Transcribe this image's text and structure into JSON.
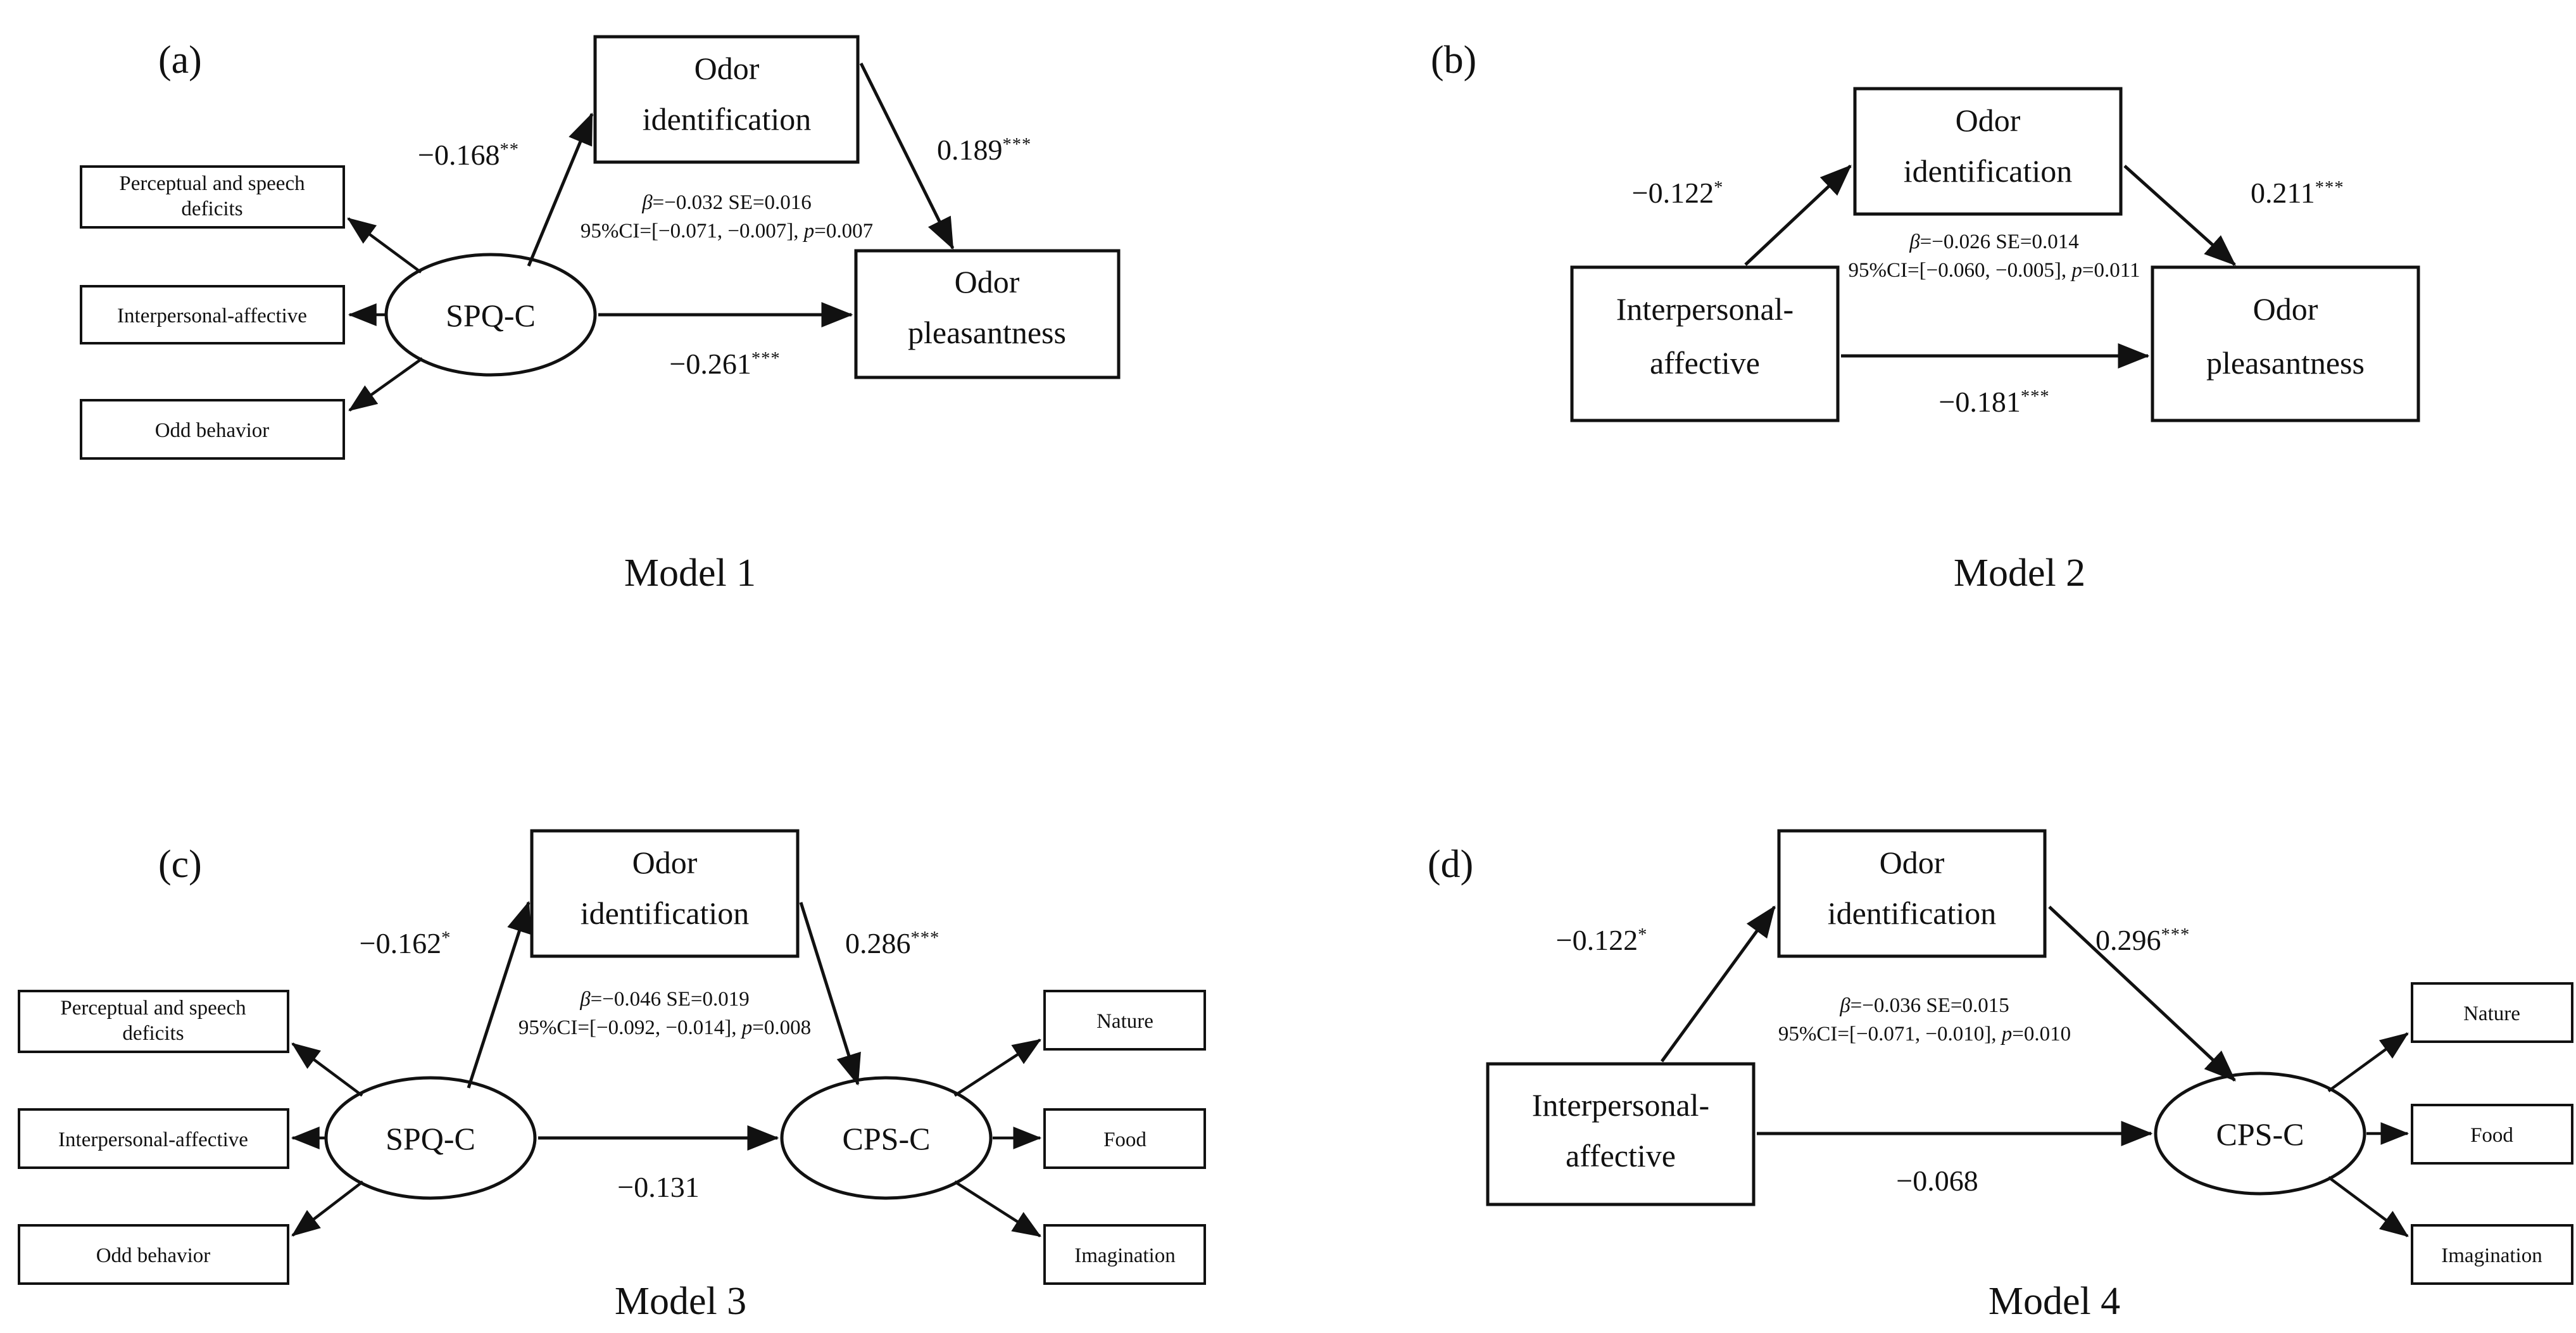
{
  "figure": {
    "type": "path-mediation-diagrams",
    "panel_count": 4
  },
  "common": {
    "odor_identification": "Odor\nidentification",
    "odor_id_l1": "Odor",
    "odor_id_l2": "identification",
    "odor_pleasantness_l1": "Odor",
    "odor_pleasantness_l2": "pleasantness",
    "interpersonal_l1": "Interpersonal-",
    "interpersonal_l2": "affective",
    "spq": "SPQ-C",
    "cps": "CPS-C",
    "indicators_left": [
      "Perceptual and speech deficits",
      "Interpersonal-affective",
      "Odd behavior"
    ],
    "indicator_perceptual_l1": "Perceptual and speech",
    "indicator_perceptual_l2": "deficits",
    "indicator_interpersonal": "Interpersonal-affective",
    "indicator_odd": "Odd behavior",
    "indicators_right": [
      "Nature",
      "Food",
      "Imagination"
    ]
  },
  "panels": [
    {
      "id": "a",
      "label": "(a)",
      "model_label": "Model 1",
      "predictor": "SPQ-C",
      "predictor_shape": "ellipse",
      "mediator": "Odor identification",
      "outcome": "Odor pleasantness",
      "paths": {
        "a_path": "−0.168",
        "a_stars": "**",
        "b_path": "0.189",
        "b_stars": "***",
        "c_path": "−0.261",
        "c_stars": "***"
      },
      "indirect": {
        "line1_beta_label": "β",
        "line1": "=−0.032 SE=0.016",
        "line2_prefix": "95%CI=[−0.071, −0.007], ",
        "line2_p_label": "p",
        "line2_suffix": "=0.007"
      },
      "left_indicators": [
        "Perceptual and speech deficits",
        "Interpersonal-affective",
        "Odd behavior"
      ],
      "right_indicators": []
    },
    {
      "id": "b",
      "label": "(b)",
      "model_label": "Model 2",
      "predictor": "Interpersonal-affective",
      "predictor_shape": "rect",
      "mediator": "Odor identification",
      "outcome": "Odor pleasantness",
      "paths": {
        "a_path": "−0.122",
        "a_stars": "*",
        "b_path": "0.211",
        "b_stars": "***",
        "c_path": "−0.181",
        "c_stars": "***"
      },
      "indirect": {
        "line1_beta_label": "β",
        "line1": "=−0.026 SE=0.014",
        "line2_prefix": "95%CI=[−0.060, −0.005], ",
        "line2_p_label": "p",
        "line2_suffix": "=0.011"
      },
      "left_indicators": [],
      "right_indicators": []
    },
    {
      "id": "c",
      "label": "(c)",
      "model_label": "Model 3",
      "predictor": "SPQ-C",
      "predictor_shape": "ellipse",
      "mediator": "Odor identification",
      "outcome": "CPS-C",
      "outcome_shape": "ellipse",
      "paths": {
        "a_path": "−0.162",
        "a_stars": "*",
        "b_path": "0.286",
        "b_stars": "***",
        "c_path": "−0.131",
        "c_stars": ""
      },
      "indirect": {
        "line1_beta_label": "β",
        "line1": "=−0.046 SE=0.019",
        "line2_prefix": "95%CI=[−0.092, −0.014], ",
        "line2_p_label": "p",
        "line2_suffix": "=0.008"
      },
      "left_indicators": [
        "Perceptual and speech deficits",
        "Interpersonal-affective",
        "Odd behavior"
      ],
      "right_indicators": [
        "Nature",
        "Food",
        "Imagination"
      ]
    },
    {
      "id": "d",
      "label": "(d)",
      "model_label": "Model 4",
      "predictor": "Interpersonal-affective",
      "predictor_shape": "rect",
      "mediator": "Odor identification",
      "outcome": "CPS-C",
      "outcome_shape": "ellipse",
      "paths": {
        "a_path": "−0.122",
        "a_stars": "*",
        "b_path": "0.296",
        "b_stars": "***",
        "c_path": "−0.068",
        "c_stars": ""
      },
      "indirect": {
        "line1_beta_label": "β",
        "line1": "=−0.036 SE=0.015",
        "line2_prefix": "95%CI=[−0.071, −0.010], ",
        "line2_p_label": "p",
        "line2_suffix": "=0.010"
      },
      "left_indicators": [],
      "right_indicators": [
        "Nature",
        "Food",
        "Imagination"
      ]
    }
  ],
  "colors": {
    "stroke": "#111111",
    "background": "#ffffff",
    "text": "#111111"
  }
}
